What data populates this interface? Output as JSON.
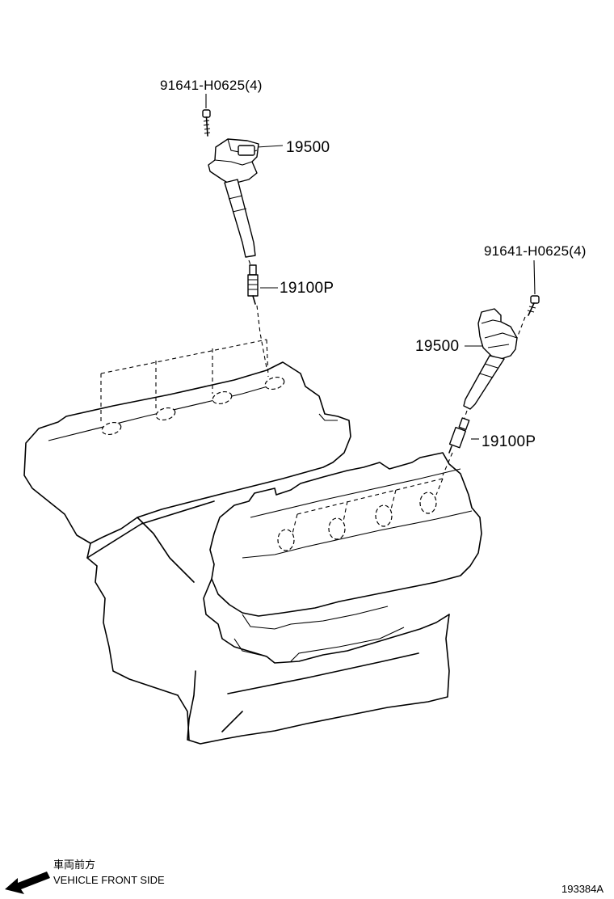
{
  "callouts": {
    "bolt_upper": "91641-H0625(4)",
    "coil_upper": "19500",
    "plug_upper": "19100P",
    "bolt_lower": "91641-H0625(4)",
    "coil_lower": "19500",
    "plug_lower": "19100P"
  },
  "direction": {
    "japanese": "車両前方",
    "english": "VEHICLE FRONT SIDE"
  },
  "figure_id": "193384A"
}
